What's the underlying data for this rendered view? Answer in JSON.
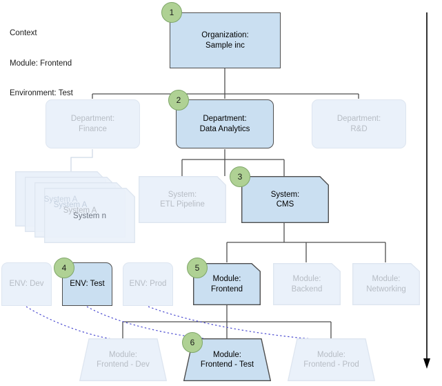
{
  "context": {
    "title": "Context",
    "line_module": "Module: Frontend",
    "line_environment": "Environment: Test"
  },
  "nodes": {
    "organization": {
      "label": "Organization:\nSample inc",
      "badge": "1",
      "state": "active"
    },
    "dept_finance": {
      "label": "Department:\nFinance",
      "state": "faded"
    },
    "dept_analytics": {
      "label": "Department:\nData Analytics",
      "badge": "2",
      "state": "active"
    },
    "dept_rnd": {
      "label": "Department:\nR&D",
      "state": "faded"
    },
    "system_stack": {
      "sheet1": "System A",
      "sheet2": "System A",
      "sheet3": "System A",
      "sheet4": "System n",
      "state": "faded"
    },
    "system_etl": {
      "label": "System:\nETL Pipeline",
      "state": "faded"
    },
    "system_cms": {
      "label": "System:\nCMS",
      "badge": "3",
      "state": "active"
    },
    "env_dev": {
      "label": "ENV: Dev",
      "state": "faded"
    },
    "env_test": {
      "label": "ENV: Test",
      "badge": "4",
      "state": "active"
    },
    "env_prod": {
      "label": "ENV: Prod",
      "state": "faded"
    },
    "module_frontend": {
      "label": "Module:\nFrontend",
      "badge": "5",
      "state": "active"
    },
    "module_backend": {
      "label": "Module:\nBackend",
      "state": "faded"
    },
    "module_networking": {
      "label": "Module:\nNetworking",
      "state": "faded"
    },
    "inst_frontend_dev": {
      "label": "Module:\nFrontend - Dev",
      "state": "faded"
    },
    "inst_frontend_test": {
      "label": "Module:\nFrontend - Test",
      "badge": "6",
      "state": "active"
    },
    "inst_frontend_prod": {
      "label": "Module:\nFrontend - Prod",
      "state": "faded"
    }
  },
  "colors": {
    "active_fill": "#cadff1",
    "active_stroke": "#4d4d4d",
    "active_text": "#000000",
    "faded_fill": "#eaf1fa",
    "faded_stroke": "#dde5f0",
    "faded_text": "#b6bcc4",
    "badge_fill": "#afd194",
    "badge_stroke": "#7ea668",
    "edge": "#4d4d4d",
    "dashed_edge": "#4a4ad0",
    "flow_arrow": "#000000"
  },
  "flow_arrow": {
    "direction": "down",
    "name": "drill-down-direction-arrow"
  }
}
